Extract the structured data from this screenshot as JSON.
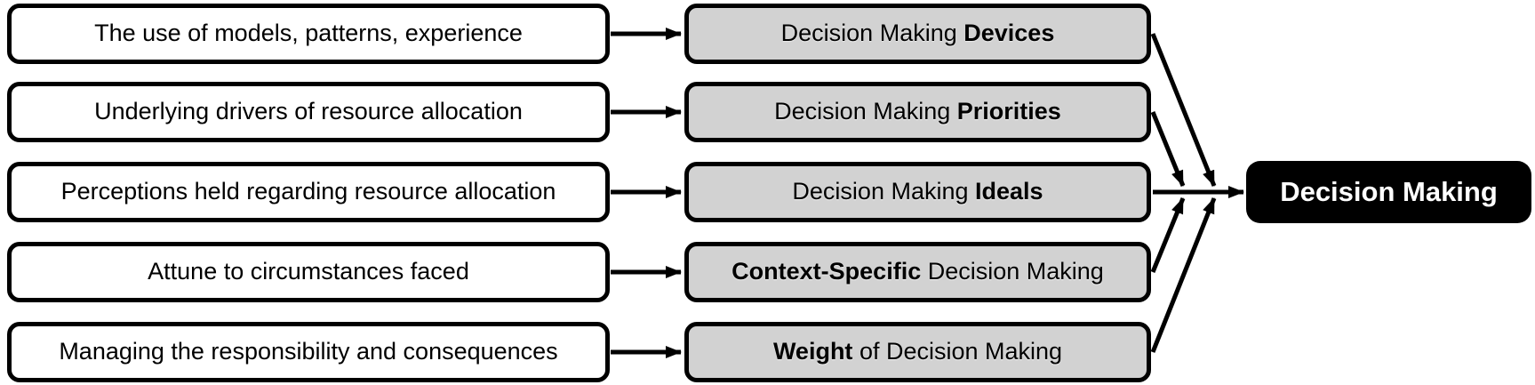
{
  "diagram": {
    "rows": [
      {
        "left": "The use of models, patterns, experience",
        "mid_pre": "Decision Making ",
        "mid_bold": "Devices",
        "mid_post": ""
      },
      {
        "left": "Underlying drivers of resource allocation",
        "mid_pre": "Decision Making ",
        "mid_bold": "Priorities",
        "mid_post": ""
      },
      {
        "left": "Perceptions held regarding resource allocation",
        "mid_pre": "Decision Making ",
        "mid_bold": "Ideals",
        "mid_post": ""
      },
      {
        "left": "Attune to circumstances faced",
        "mid_pre": "",
        "mid_bold": "Context-Specific",
        "mid_post": " Decision Making"
      },
      {
        "left": "Managing the responsibility and consequences",
        "mid_pre": "",
        "mid_bold": "Weight",
        "mid_post": " of Decision Making"
      }
    ],
    "result": "Decision Making",
    "colors": {
      "left_box_fill": "#ffffff",
      "mid_box_fill": "#d2d2d2",
      "box_border": "#000000",
      "arrow": "#000000",
      "result_fill": "#000000",
      "result_text": "#ffffff"
    }
  }
}
